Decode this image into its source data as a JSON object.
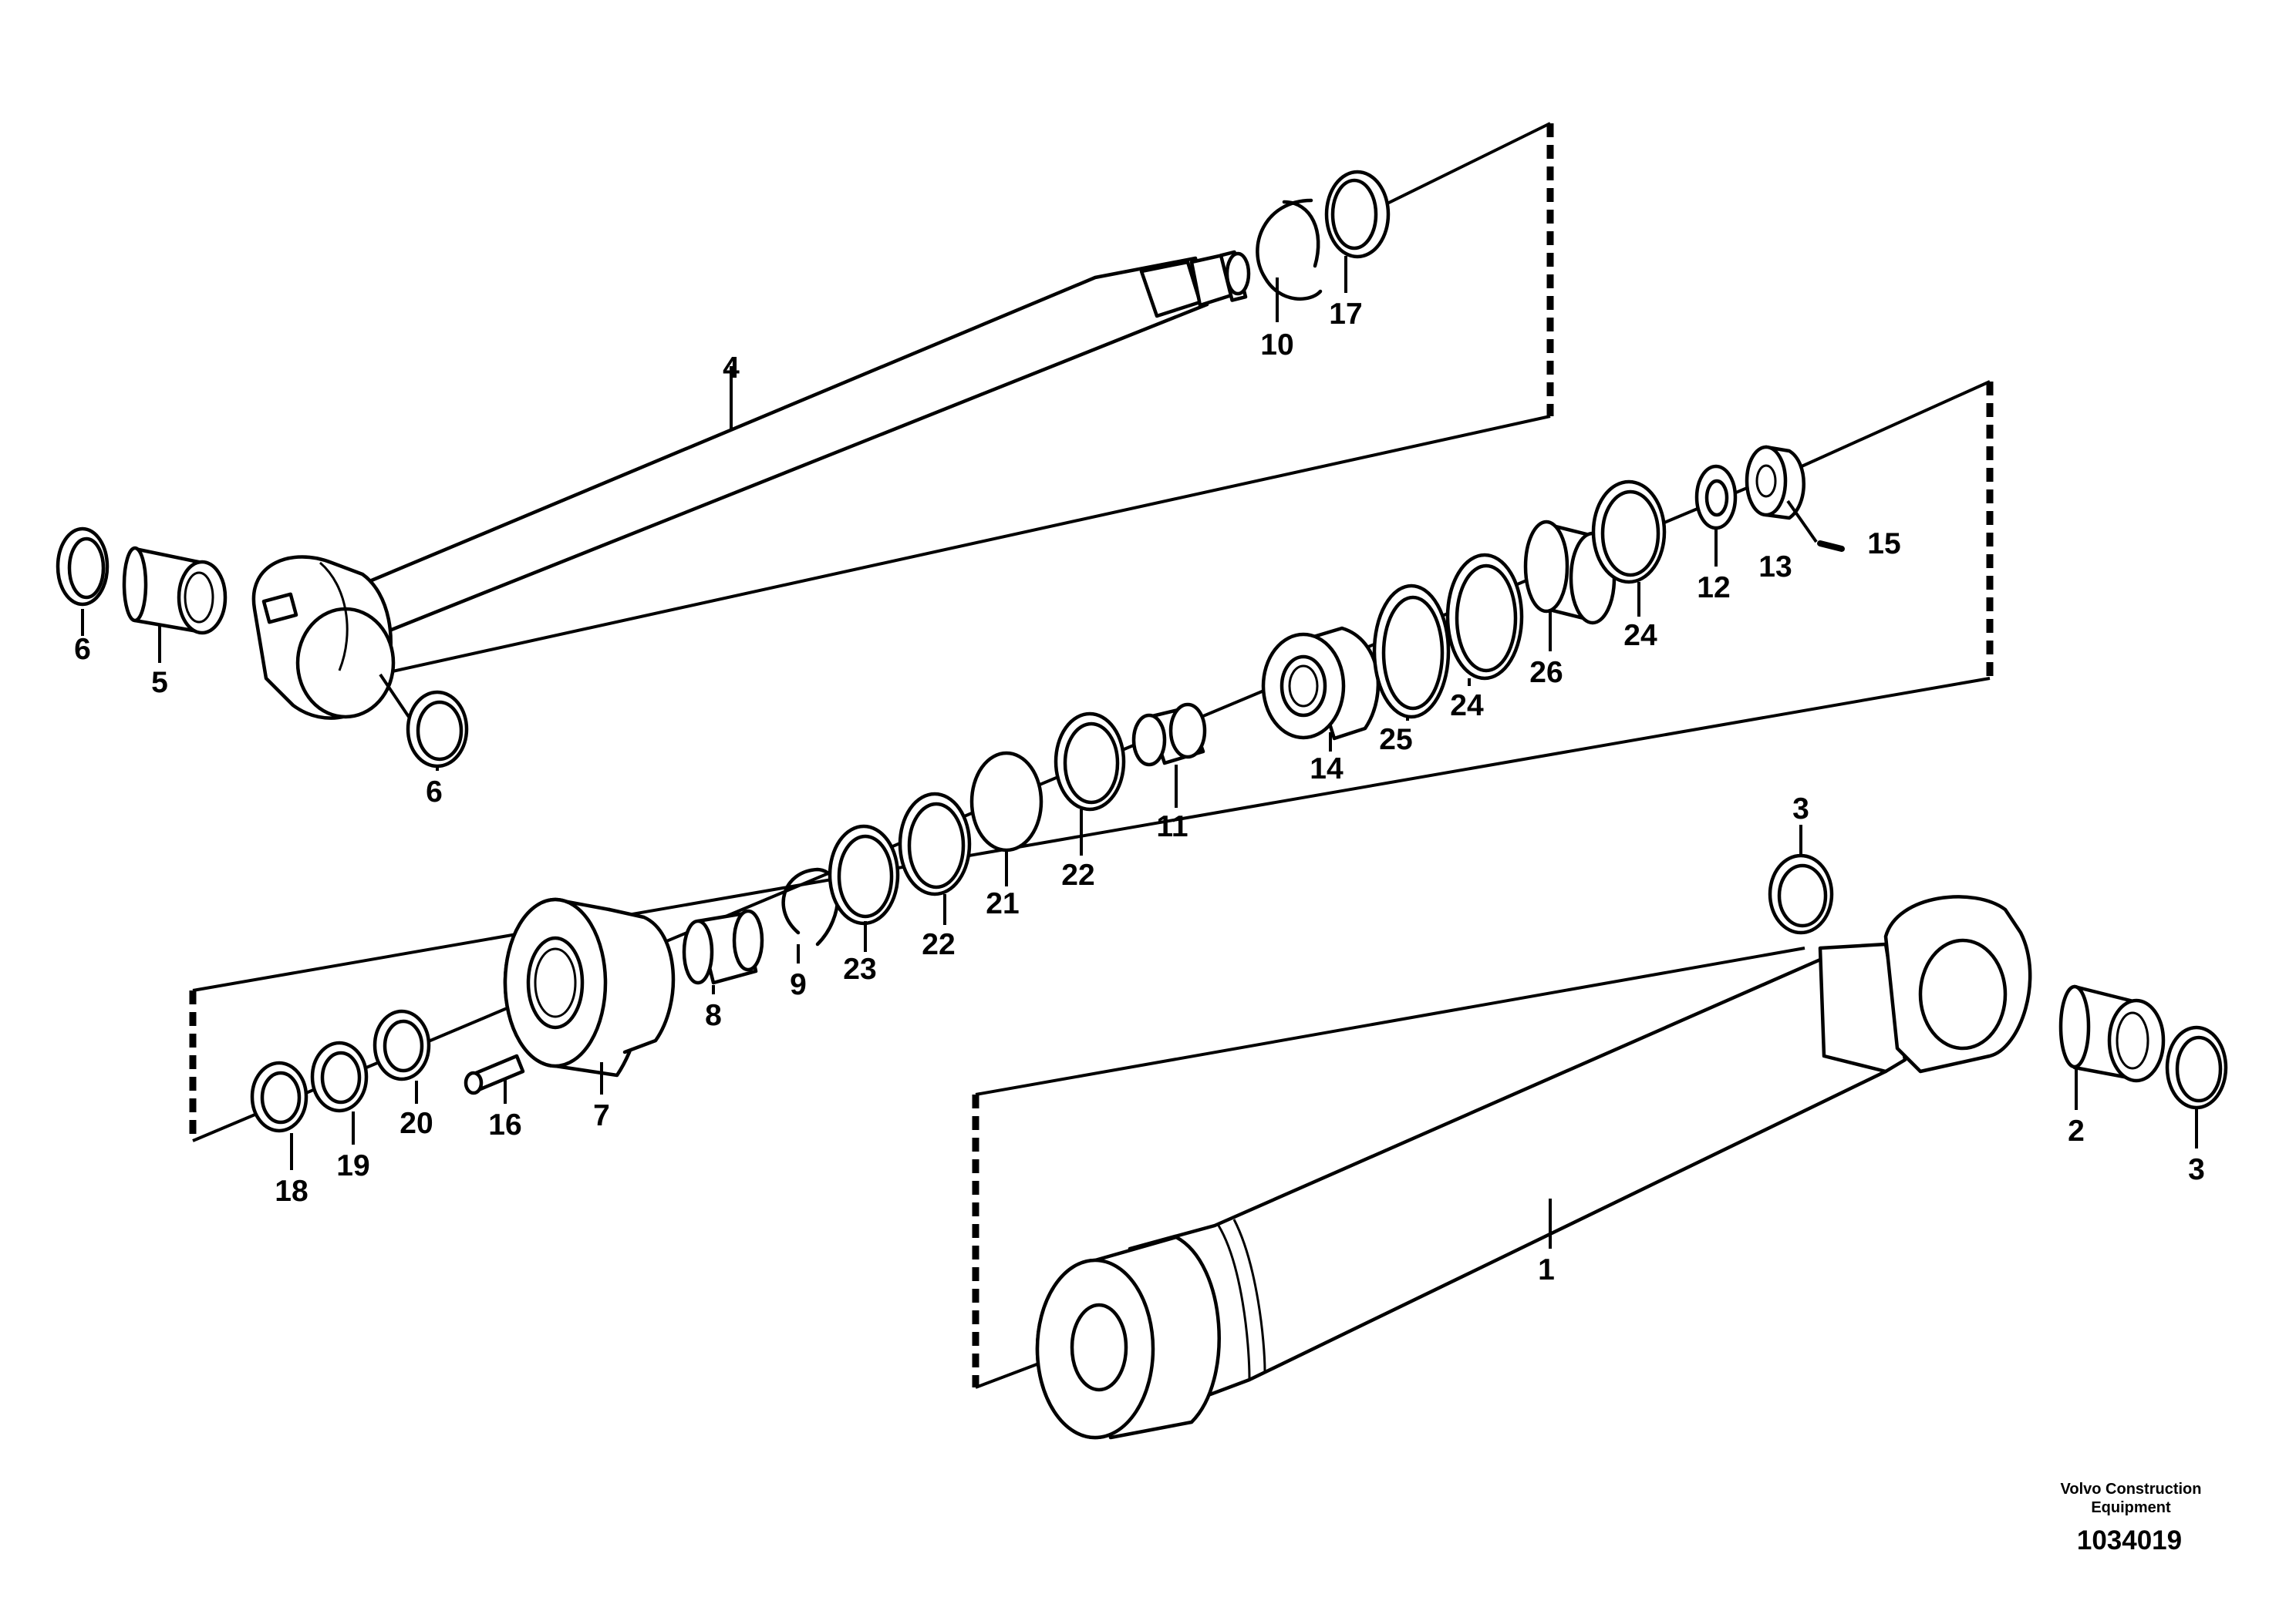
{
  "callouts": {
    "c1": "1",
    "c2": "2",
    "c3a": "3",
    "c3b": "3",
    "c4": "4",
    "c5": "5",
    "c6a": "6",
    "c6b": "6",
    "c7": "7",
    "c8": "8",
    "c9": "9",
    "c10": "10",
    "c11": "11",
    "c12": "12",
    "c13": "13",
    "c14": "14",
    "c15": "15",
    "c16": "16",
    "c17": "17",
    "c18": "18",
    "c19": "19",
    "c20": "20",
    "c21": "21",
    "c22a": "22",
    "c22b": "22",
    "c23": "23",
    "c24a": "24",
    "c24b": "24",
    "c25": "25",
    "c26": "26"
  },
  "footer": {
    "brand_line1": "Volvo Construction",
    "brand_line2": "Equipment",
    "doc_number": "1034019"
  }
}
